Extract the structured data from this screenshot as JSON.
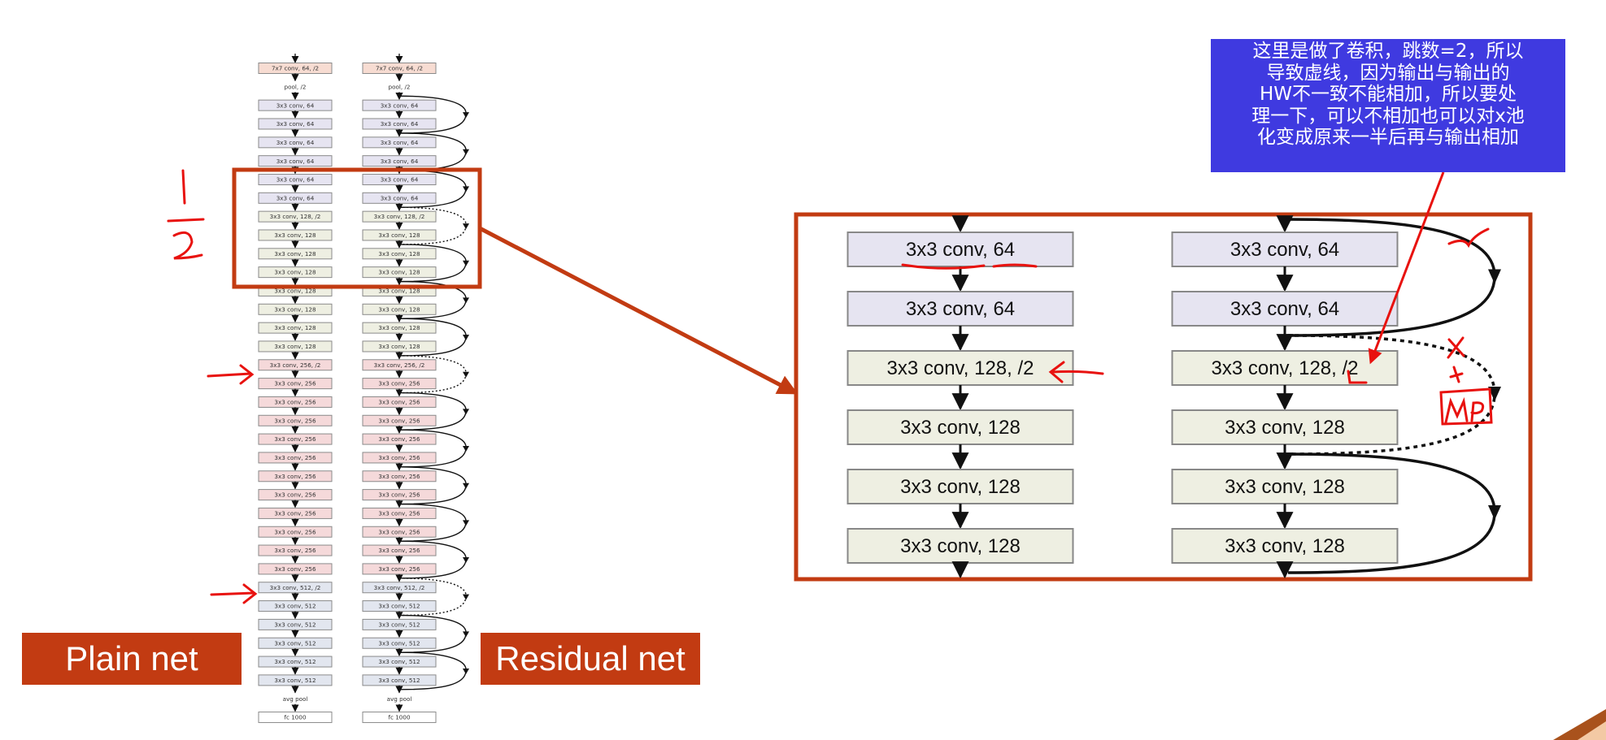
{
  "plain_net": {
    "label": "Plain net",
    "layers": [
      {
        "text": "7x7 conv, 64, /2",
        "kind": "box",
        "color": "stem"
      },
      {
        "text": "pool, /2",
        "kind": "text"
      },
      {
        "text": "3x3 conv, 64",
        "kind": "box",
        "color": "c64"
      },
      {
        "text": "3x3 conv, 64",
        "kind": "box",
        "color": "c64"
      },
      {
        "text": "3x3 conv, 64",
        "kind": "box",
        "color": "c64"
      },
      {
        "text": "3x3 conv, 64",
        "kind": "box",
        "color": "c64"
      },
      {
        "text": "3x3 conv, 64",
        "kind": "box",
        "color": "c64"
      },
      {
        "text": "3x3 conv, 64",
        "kind": "box",
        "color": "c64"
      },
      {
        "text": "3x3 conv, 128, /2",
        "kind": "box",
        "color": "c128"
      },
      {
        "text": "3x3 conv, 128",
        "kind": "box",
        "color": "c128"
      },
      {
        "text": "3x3 conv, 128",
        "kind": "box",
        "color": "c128"
      },
      {
        "text": "3x3 conv, 128",
        "kind": "box",
        "color": "c128"
      },
      {
        "text": "3x3 conv, 128",
        "kind": "box",
        "color": "c128"
      },
      {
        "text": "3x3 conv, 128",
        "kind": "box",
        "color": "c128"
      },
      {
        "text": "3x3 conv, 128",
        "kind": "box",
        "color": "c128"
      },
      {
        "text": "3x3 conv, 128",
        "kind": "box",
        "color": "c128"
      },
      {
        "text": "3x3 conv, 256, /2",
        "kind": "box",
        "color": "c256"
      },
      {
        "text": "3x3 conv, 256",
        "kind": "box",
        "color": "c256"
      },
      {
        "text": "3x3 conv, 256",
        "kind": "box",
        "color": "c256"
      },
      {
        "text": "3x3 conv, 256",
        "kind": "box",
        "color": "c256"
      },
      {
        "text": "3x3 conv, 256",
        "kind": "box",
        "color": "c256"
      },
      {
        "text": "3x3 conv, 256",
        "kind": "box",
        "color": "c256"
      },
      {
        "text": "3x3 conv, 256",
        "kind": "box",
        "color": "c256"
      },
      {
        "text": "3x3 conv, 256",
        "kind": "box",
        "color": "c256"
      },
      {
        "text": "3x3 conv, 256",
        "kind": "box",
        "color": "c256"
      },
      {
        "text": "3x3 conv, 256",
        "kind": "box",
        "color": "c256"
      },
      {
        "text": "3x3 conv, 256",
        "kind": "box",
        "color": "c256"
      },
      {
        "text": "3x3 conv, 256",
        "kind": "box",
        "color": "c256"
      },
      {
        "text": "3x3 conv, 512, /2",
        "kind": "box",
        "color": "c512"
      },
      {
        "text": "3x3 conv, 512",
        "kind": "box",
        "color": "c512"
      },
      {
        "text": "3x3 conv, 512",
        "kind": "box",
        "color": "c512"
      },
      {
        "text": "3x3 conv, 512",
        "kind": "box",
        "color": "c512"
      },
      {
        "text": "3x3 conv, 512",
        "kind": "box",
        "color": "c512"
      },
      {
        "text": "3x3 conv, 512",
        "kind": "box",
        "color": "c512"
      },
      {
        "text": "avg pool",
        "kind": "text"
      },
      {
        "text": "fc 1000",
        "kind": "box",
        "color": "fc"
      }
    ]
  },
  "residual_net": {
    "label": "Residual net",
    "layers": [
      {
        "text": "7x7 conv, 64, /2",
        "kind": "box",
        "color": "stem"
      },
      {
        "text": "pool, /2",
        "kind": "text"
      },
      {
        "text": "3x3 conv, 64",
        "kind": "box",
        "color": "c64"
      },
      {
        "text": "3x3 conv, 64",
        "kind": "box",
        "color": "c64"
      },
      {
        "text": "3x3 conv, 64",
        "kind": "box",
        "color": "c64"
      },
      {
        "text": "3x3 conv, 64",
        "kind": "box",
        "color": "c64"
      },
      {
        "text": "3x3 conv, 64",
        "kind": "box",
        "color": "c64"
      },
      {
        "text": "3x3 conv, 64",
        "kind": "box",
        "color": "c64"
      },
      {
        "text": "3x3 conv, 128, /2",
        "kind": "box",
        "color": "c128"
      },
      {
        "text": "3x3 conv, 128",
        "kind": "box",
        "color": "c128"
      },
      {
        "text": "3x3 conv, 128",
        "kind": "box",
        "color": "c128"
      },
      {
        "text": "3x3 conv, 128",
        "kind": "box",
        "color": "c128"
      },
      {
        "text": "3x3 conv, 128",
        "kind": "box",
        "color": "c128"
      },
      {
        "text": "3x3 conv, 128",
        "kind": "box",
        "color": "c128"
      },
      {
        "text": "3x3 conv, 128",
        "kind": "box",
        "color": "c128"
      },
      {
        "text": "3x3 conv, 128",
        "kind": "box",
        "color": "c128"
      },
      {
        "text": "3x3 conv, 256, /2",
        "kind": "box",
        "color": "c256"
      },
      {
        "text": "3x3 conv, 256",
        "kind": "box",
        "color": "c256"
      },
      {
        "text": "3x3 conv, 256",
        "kind": "box",
        "color": "c256"
      },
      {
        "text": "3x3 conv, 256",
        "kind": "box",
        "color": "c256"
      },
      {
        "text": "3x3 conv, 256",
        "kind": "box",
        "color": "c256"
      },
      {
        "text": "3x3 conv, 256",
        "kind": "box",
        "color": "c256"
      },
      {
        "text": "3x3 conv, 256",
        "kind": "box",
        "color": "c256"
      },
      {
        "text": "3x3 conv, 256",
        "kind": "box",
        "color": "c256"
      },
      {
        "text": "3x3 conv, 256",
        "kind": "box",
        "color": "c256"
      },
      {
        "text": "3x3 conv, 256",
        "kind": "box",
        "color": "c256"
      },
      {
        "text": "3x3 conv, 256",
        "kind": "box",
        "color": "c256"
      },
      {
        "text": "3x3 conv, 256",
        "kind": "box",
        "color": "c256"
      },
      {
        "text": "3x3 conv, 512, /2",
        "kind": "box",
        "color": "c512"
      },
      {
        "text": "3x3 conv, 512",
        "kind": "box",
        "color": "c512"
      },
      {
        "text": "3x3 conv, 512",
        "kind": "box",
        "color": "c512"
      },
      {
        "text": "3x3 conv, 512",
        "kind": "box",
        "color": "c512"
      },
      {
        "text": "3x3 conv, 512",
        "kind": "box",
        "color": "c512"
      },
      {
        "text": "3x3 conv, 512",
        "kind": "box",
        "color": "c512"
      },
      {
        "text": "avg pool",
        "kind": "text"
      },
      {
        "text": "fc 1000",
        "kind": "box",
        "color": "fc"
      }
    ]
  },
  "zoom_detail": {
    "plain": [
      "3x3 conv, 64",
      "3x3 conv, 64",
      "3x3 conv, 128, /2",
      "3x3 conv, 128",
      "3x3 conv, 128",
      "3x3 conv, 128"
    ],
    "residual": [
      "3x3 conv, 64",
      "3x3 conv, 64",
      "3x3 conv, 128, /2",
      "3x3 conv, 128",
      "3x3 conv, 128",
      "3x3 conv, 128"
    ]
  },
  "annotation": {
    "lines": [
      "这里是做了卷积，跳数=2，所以",
      "导致虚线，因为输出与输出的",
      "HW不一致不能相加，所以要处",
      "理一下，可以不相加也可以对x池",
      "化变成原来一半后再与输出相加"
    ]
  },
  "handwriting": {
    "fraction": "1/2",
    "cross": "x",
    "plus": "+",
    "mp": "Mp"
  },
  "colors": {
    "stem": "#f7dcd2",
    "c64": "#e6e4f1",
    "c128": "#eeefe2",
    "c256": "#f5d9da",
    "c512": "#e2e6ef",
    "fc": "#ffffff",
    "box_border": "#8a8a8a",
    "accent_red": "#c23b12",
    "pen_red": "#e8120f",
    "callout_bg": "#3f3ae0"
  }
}
